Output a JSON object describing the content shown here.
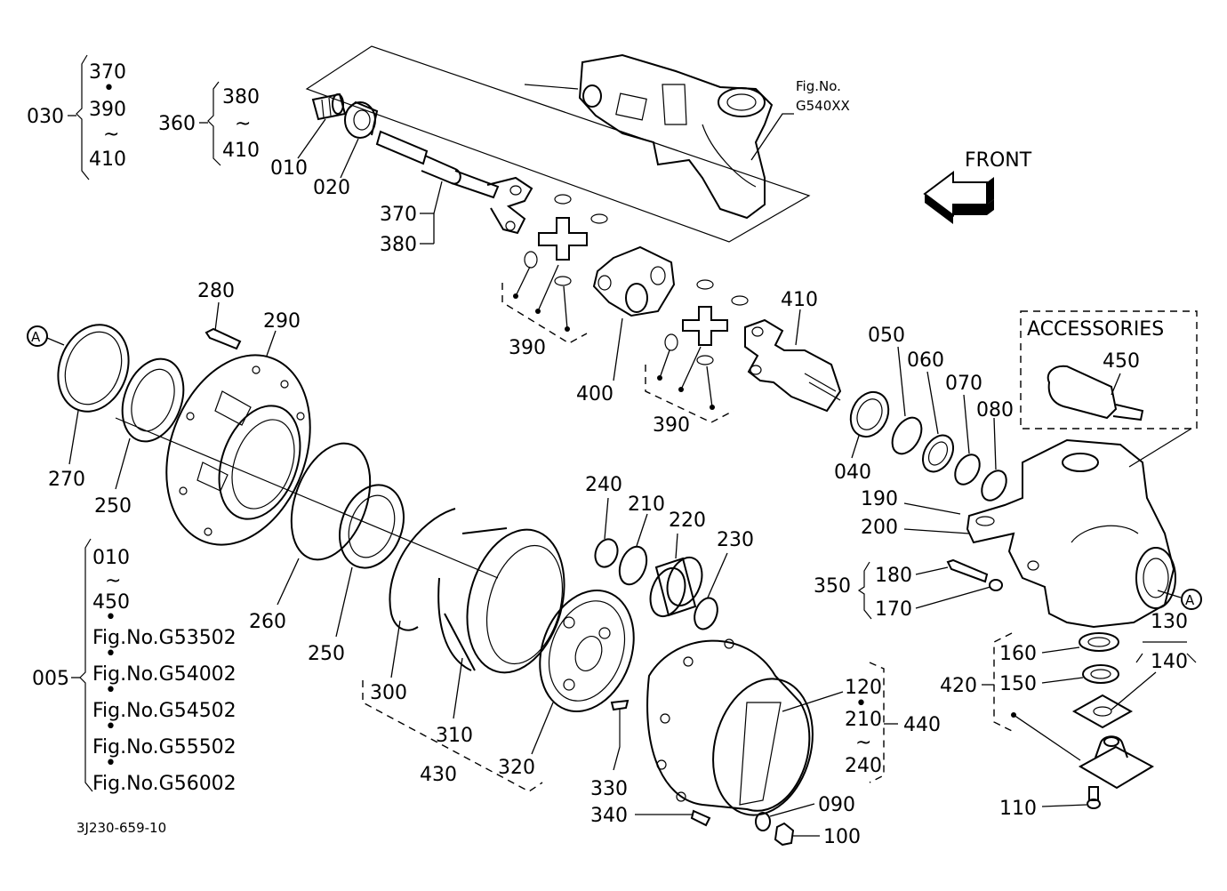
{
  "figure_id": "3J230-659-10",
  "front_label": "FRONT",
  "accessories_label": "ACCESSORIES",
  "reference_fig": {
    "line1": "Fig.No.",
    "line2": "G540XX"
  },
  "callout_a": "A",
  "dot": "•",
  "tilde": "~",
  "groups": {
    "g030": {
      "id": "030",
      "items": [
        "370",
        "390",
        "410"
      ]
    },
    "g360": {
      "id": "360",
      "items": [
        "380",
        "410"
      ]
    },
    "g005": {
      "id": "005",
      "items": [
        "010",
        "450",
        "Fig.No.G53502",
        "Fig.No.G54002",
        "Fig.No.G54502",
        "Fig.No.G55502",
        "Fig.No.G56002"
      ]
    },
    "g350": {
      "id": "350",
      "items": [
        "180",
        "170"
      ]
    },
    "g420": {
      "id": "420",
      "items": [
        "160",
        "150"
      ]
    },
    "g440": {
      "id": "440",
      "items": [
        "120",
        "210",
        "240"
      ]
    },
    "g130": {
      "id": "130",
      "items": [
        "140"
      ]
    },
    "g430": {
      "id": "430"
    },
    "g390a": {
      "id": "390"
    },
    "g390b": {
      "id": "390"
    }
  },
  "parts": {
    "p010": "010",
    "p020": "020",
    "p370": "370",
    "p380": "380",
    "p400": "400",
    "p410": "410",
    "p050": "050",
    "p060": "060",
    "p070": "070",
    "p080": "080",
    "p040": "040",
    "p190": "190",
    "p200": "200",
    "p450": "450",
    "p280": "280",
    "p290": "290",
    "p270": "270",
    "p250a": "250",
    "p250b": "250",
    "p260": "260",
    "p300": "300",
    "p310": "310",
    "p320": "320",
    "p240": "240",
    "p210": "210",
    "p220": "220",
    "p230": "230",
    "p330": "330",
    "p340": "340",
    "p090": "090",
    "p100": "100",
    "p110": "110"
  }
}
